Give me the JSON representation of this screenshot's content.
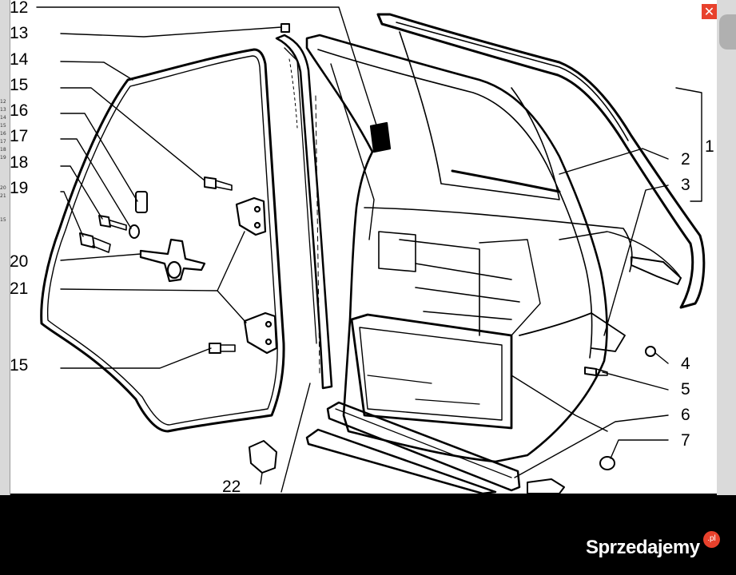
{
  "close_glyph": "✕",
  "left_strip_marks": [
    "12",
    "13",
    "14",
    "15",
    "16",
    "17",
    "18",
    "19",
    "20",
    "21",
    "15"
  ],
  "callouts": {
    "c12": "12",
    "c13": "13",
    "c14": "14",
    "c15a": "15",
    "c16": "16",
    "c17": "17",
    "c18": "18",
    "c19": "19",
    "c20": "20",
    "c21": "21",
    "c15b": "15",
    "c22": "22",
    "c1": "1",
    "c2": "2",
    "c3": "3",
    "c4": "4",
    "c5": "5",
    "c6": "6",
    "c7": "7"
  },
  "watermark": {
    "text": "Sprzedajemy",
    "suffix": ".pl"
  },
  "colors": {
    "accent": "#e8412c",
    "line": "#000000",
    "page": "#ffffff",
    "frame": "#000000"
  },
  "icons": {
    "close": "close-icon",
    "brand": "brand-logo-icon"
  }
}
